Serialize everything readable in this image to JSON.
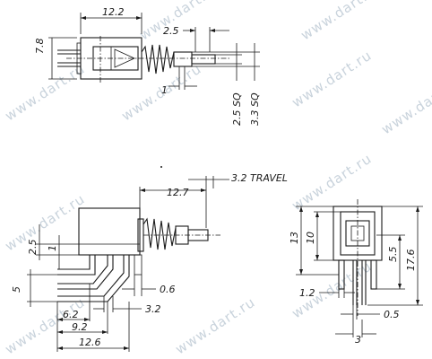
{
  "watermark": "www.dart.ru",
  "top_view": {
    "dims": {
      "width": "12.2",
      "height": "7.8",
      "shaft_offset": "2.5",
      "shaft_small": "1",
      "shaft_sq1": "2.5 SQ",
      "shaft_sq2": "3.3 SQ"
    }
  },
  "side_view": {
    "dims": {
      "travel": "3.2 TRAVEL",
      "body_length": "12.7",
      "pin_gap": "2.5",
      "pin_small": "1",
      "pin_height": "5",
      "pin_thick": "0.6",
      "pin_pitch": "3.2",
      "row1": "6.2",
      "row2": "9.2",
      "row3": "12.6"
    }
  },
  "front_view": {
    "dims": {
      "h_total": "13",
      "h_inner": "10",
      "h_pin": "5.5",
      "h_full": "17.6",
      "w_left": "1.2",
      "w_pin": "0.5",
      "w_pitch": "3"
    }
  }
}
